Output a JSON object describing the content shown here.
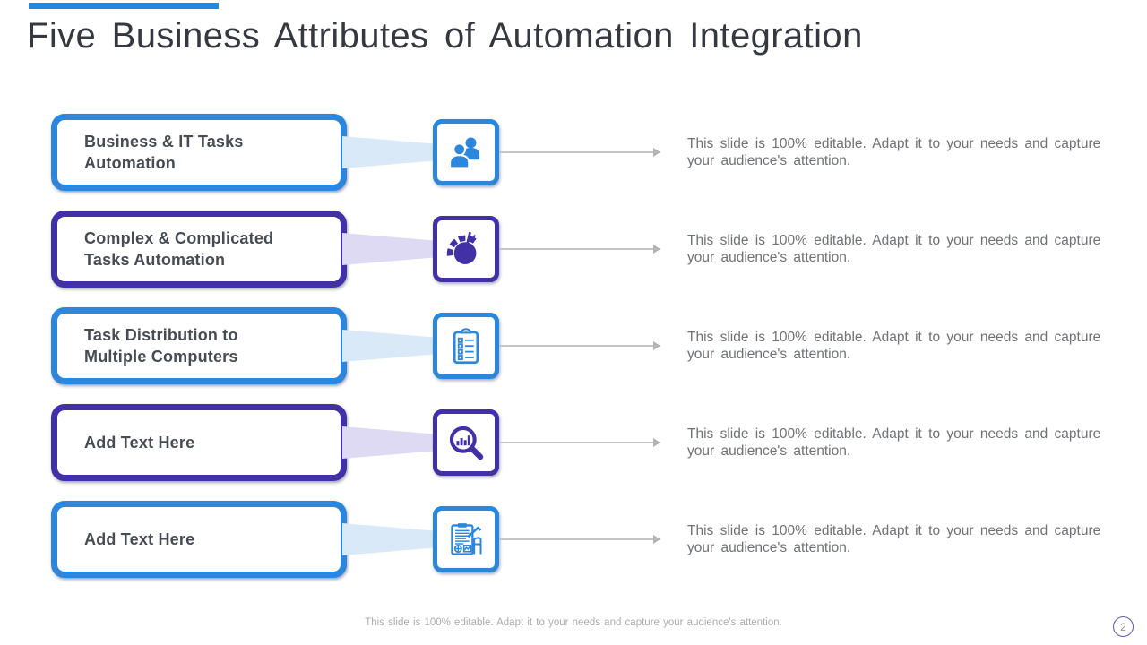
{
  "slide": {
    "title": "Five Business Attributes of Automation Integration",
    "footer": "This slide is 100% editable. Adapt it to your needs and capture your audience's attention.",
    "page_number": "2"
  },
  "colors": {
    "accent_blue": "#2C87DC",
    "accent_purple": "#4231A6",
    "beam_blue": "#D9E9F8",
    "beam_purple": "#DEDAF3",
    "topbar_blue": "#1E88E5",
    "title_text": "#35383E",
    "box_text": "#474C53",
    "description_text": "#6F7174",
    "connector_gray": "#C6C6C6",
    "footer_text": "#ACACAC",
    "page_circle": "#5A5AA5"
  },
  "rows": [
    {
      "label": "Business & IT Tasks\nAutomation",
      "theme": "blue",
      "icon": "users-icon",
      "description": "This slide is 100% editable. Adapt it to your needs and capture\nyour audience's attention."
    },
    {
      "label": "Complex & Complicated\nTasks Automation",
      "theme": "purple",
      "icon": "gauge-icon",
      "description": "This slide is 100% editable. Adapt it to your needs and capture\nyour audience's attention."
    },
    {
      "label": "Task Distribution to\nMultiple Computers",
      "theme": "blue",
      "icon": "checklist-icon",
      "description": "This slide is 100% editable. Adapt it to your needs and capture\nyour audience's attention."
    },
    {
      "label": "Add Text Here",
      "theme": "purple",
      "icon": "search-chart-icon",
      "description": "This slide is 100% editable. Adapt it to your needs and capture\nyour audience's attention."
    },
    {
      "label": "Add Text Here",
      "theme": "blue",
      "icon": "document-sign-icon",
      "description": "This slide is 100% editable. Adapt it to your needs and capture\nyour audience's attention."
    }
  ]
}
